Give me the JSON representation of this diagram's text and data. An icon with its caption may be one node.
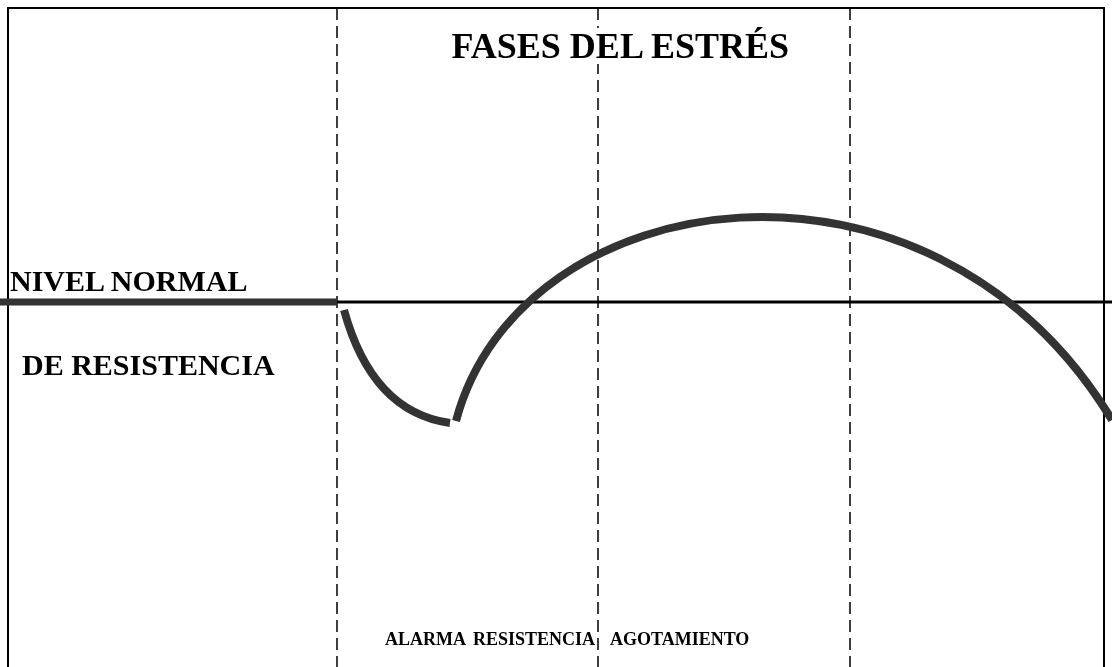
{
  "diagram": {
    "title": "FASES DEL ESTRÉS",
    "labels": [
      "NIVEL NORMAL",
      "DE RESISTENCIA",
      "ALARMA",
      "RESISTENCIA",
      "AGOTAMIENTO"
    ]
  }
}
